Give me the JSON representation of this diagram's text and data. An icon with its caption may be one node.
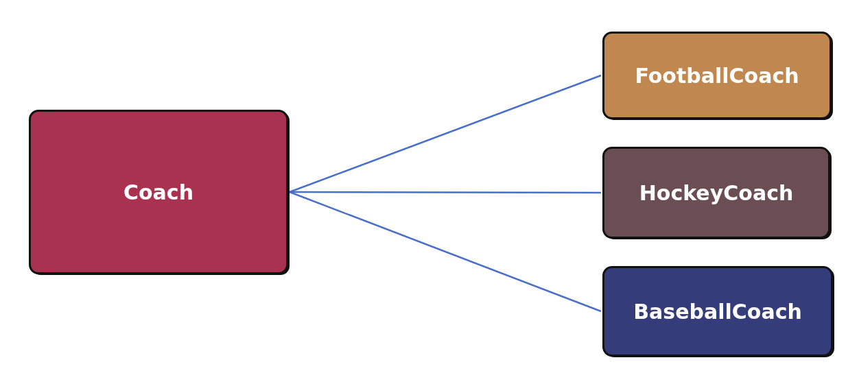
{
  "diagram": {
    "nodes": [
      {
        "text": [
          "Coach"
        ]
      },
      {
        "text": [
          "FootballCoach"
        ]
      },
      {
        "text": [
          "HockeyCoach"
        ]
      },
      {
        "text": [
          "BaseballCoach"
        ]
      }
    ],
    "edges": [
      {
        "from": 0,
        "to": 1,
        "arrow": "none"
      },
      {
        "from": 0,
        "to": 2,
        "arrow": "none"
      },
      {
        "from": 0,
        "to": 3,
        "arrow": "none"
      }
    ]
  }
}
